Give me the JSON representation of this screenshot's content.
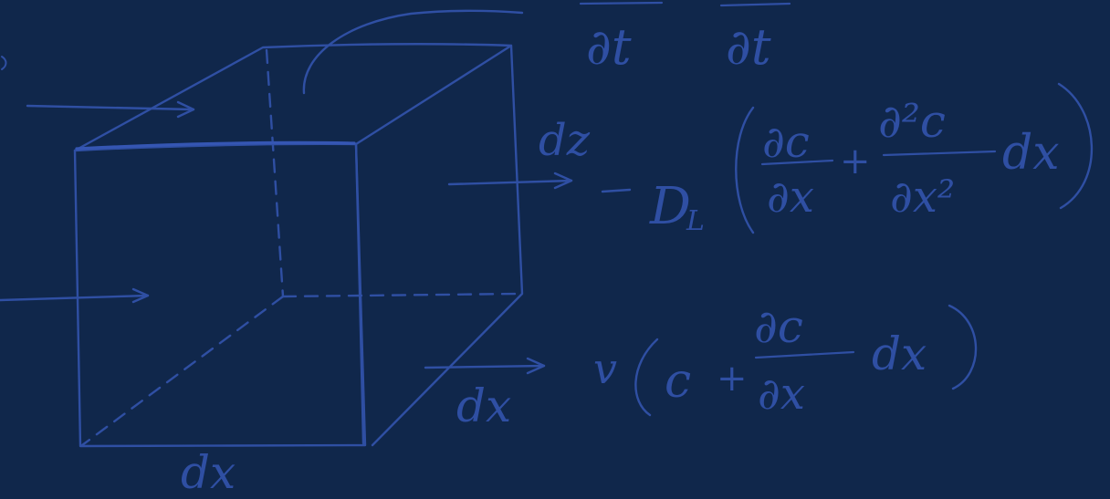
{
  "colors": {
    "background": "#10274b",
    "ink": "#2f4fa3",
    "ink_bright": "#3556b3"
  },
  "labels": {
    "top_frac_left": "∂t",
    "top_frac_right": "∂t",
    "dz": "dz",
    "dispersion_coefficient": "D",
    "dispersion_subscript": "L",
    "dispersion_term": {
      "partial_c": "∂c",
      "partial_x": "∂x",
      "plus": "+",
      "second_partial_c": "∂²c",
      "second_partial_x": "∂x²",
      "dx": "dx"
    },
    "advection_term": {
      "velocity": "v",
      "c": "c",
      "plus": "+",
      "partial_c": "∂c",
      "partial_x": "∂x",
      "dx": "dx"
    },
    "dx_edge": "dx",
    "dx_bottom": "dx"
  }
}
